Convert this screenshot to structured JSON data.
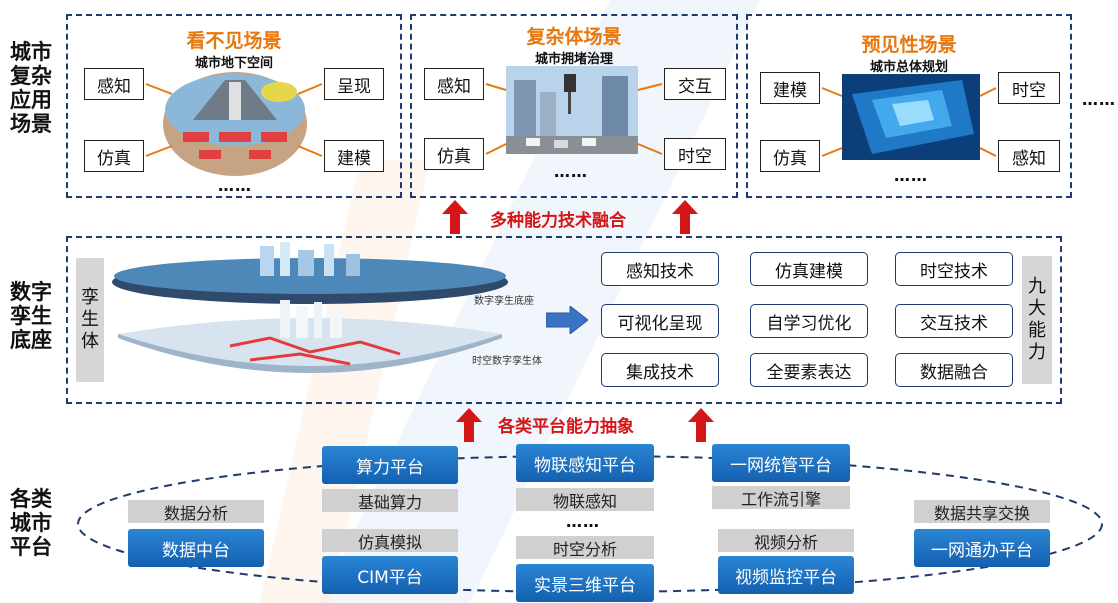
{
  "rows": {
    "top_label": "城市\n复杂\n应用\n场景",
    "mid_label": "数字\n孪生\n底座",
    "bottom_label": "各类\n城市\n平台"
  },
  "scenes": [
    {
      "title": "看不见场景",
      "subtitle": "城市地下空间",
      "left_top": "感知",
      "left_bottom": "仿真",
      "right_top": "呈现",
      "right_bottom": "建模",
      "dots": "……"
    },
    {
      "title": "复杂体场景",
      "subtitle": "城市拥堵治理",
      "left_top": "感知",
      "left_bottom": "仿真",
      "right_top": "交互",
      "right_bottom": "时空",
      "dots": "……"
    },
    {
      "title": "预见性场景",
      "subtitle": "城市总体规划",
      "left_top": "建模",
      "left_bottom": "仿真",
      "right_top": "时空",
      "right_bottom": "感知",
      "dots": "……"
    }
  ],
  "more_dots": "……",
  "fusion_text": "多种能力技术融合",
  "abstraction_text": "各类平台能力抽象",
  "twin": {
    "body_label": "孪\n生\n体",
    "nine_label": "九\n大\n能\n力",
    "upper_caption": "数字孪生底座",
    "lower_caption": "时空数字孪生体"
  },
  "capabilities": [
    "感知技术",
    "仿真建模",
    "时空技术",
    "可视化呈现",
    "自学习优化",
    "交互技术",
    "集成技术",
    "全要素表达",
    "数据融合"
  ],
  "platforms": {
    "suanli": "算力平台",
    "jichu": "基础算力",
    "fangzhen": "仿真模拟",
    "cim": "CIM平台",
    "wulian_pt": "物联感知平台",
    "wulian": "物联感知",
    "mid_dots": "……",
    "shikong": "时空分析",
    "shijing": "实景三维平台",
    "yiwang_tg": "一网统管平台",
    "gongzuo": "工作流引擎",
    "shipin_fx": "视频分析",
    "shipin_pt": "视频监控平台",
    "shuju_fx": "数据分析",
    "shuju_zt": "数据中台",
    "gongxiang": "数据共享交换",
    "yiwang_th": "一网通办平台"
  },
  "colors": {
    "accent_orange": "#e8770d",
    "arrow_red": "#d41616",
    "platform_blue": "#1a6fc2",
    "frame_navy": "#1f3a6e"
  }
}
